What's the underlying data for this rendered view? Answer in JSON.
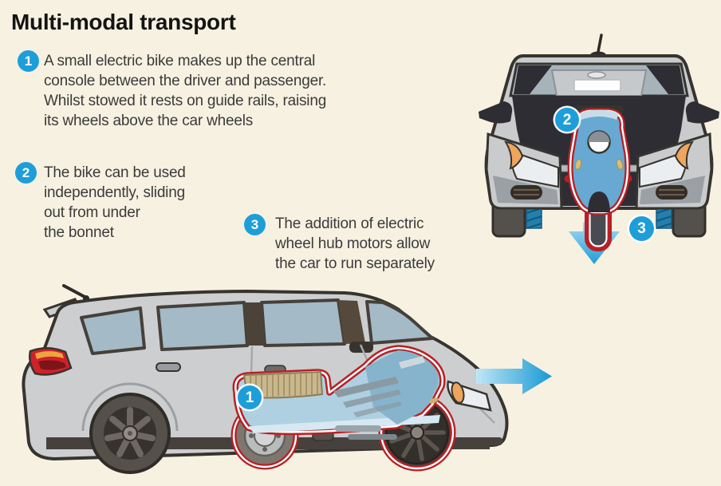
{
  "title": "Multi-modal transport",
  "annotations": [
    {
      "number": "1",
      "text": "A small electric bike makes up the central\nconsole between the driver and passenger.\nWhilst stowed it rests on guide rails, raising\nits wheels above the car wheels"
    },
    {
      "number": "2",
      "text": "The bike can be used\nindependently, sliding\nout from under\nthe bonnet"
    },
    {
      "number": "3",
      "text": "The addition of electric\nwheel hub motors allow\nthe car to run separately"
    }
  ],
  "diagram_badges": {
    "side_view_bike": "1",
    "front_view_bike": "2",
    "front_view_wheel": "3"
  },
  "icons": {
    "front_view_arrow": "arrow-down",
    "side_view_arrow": "arrow-right"
  },
  "colors": {
    "background": "#f6f1e1",
    "badge_blue": "#1e9ed9",
    "bike_blue": "#67a9d2",
    "bike_blue_light": "#aed0e1",
    "highlight_red": "#b82025",
    "car_grey": "#c9cbcd",
    "outline_dark": "#37342f",
    "window_blue_grey": "#a4bac6",
    "arrow_blue": "#1f9ed6",
    "headlight_orange": "#efa55c",
    "tail_light_red": "#d02128",
    "seat_tan": "#c9b78e",
    "mudflap_blue": "#2280ad",
    "text_dark": "#3b3b3b"
  }
}
